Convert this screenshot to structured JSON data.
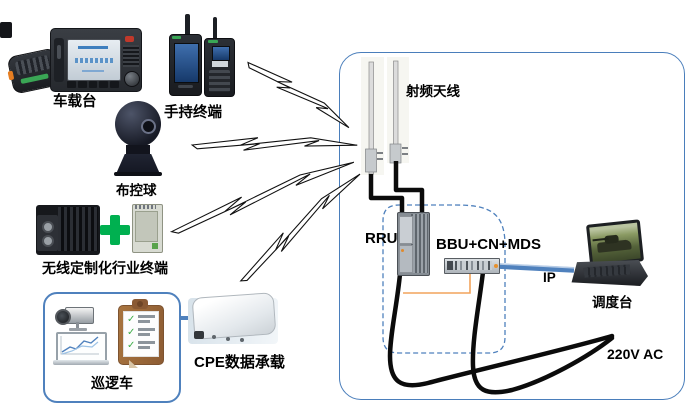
{
  "colors": {
    "accent_blue": "#4F81BD",
    "cable_black": "#0B0B0B",
    "orange_link": "#F2A35B",
    "green_plus": "#00B050",
    "check_green": "#3FAE49"
  },
  "left_devices": {
    "vehicle_station_label": "车载台",
    "handheld_label": "手持终端",
    "ball_camera_label": "布控球",
    "industry_terminal_label": "无线定制化行业终端",
    "patrol_car_label": "巡逻车",
    "cpe_label": "CPE数据承载"
  },
  "station": {
    "antenna_label": "射频天线",
    "rru_label": "RRU",
    "bbu_label": "BBU+CN+MDS",
    "ip_label": "IP",
    "dispatch_label": "调度台",
    "power_label": "220V AC"
  },
  "icons": {
    "check": "✓"
  }
}
